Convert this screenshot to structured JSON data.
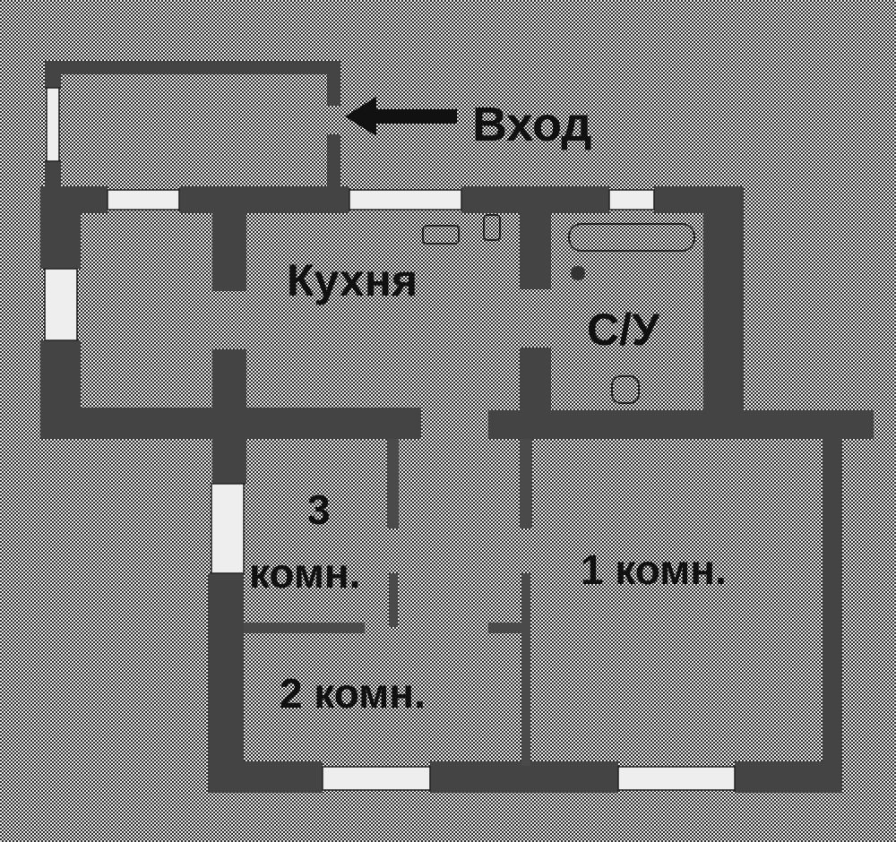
{
  "plan": {
    "entrance_label": "Вход",
    "rooms": {
      "kitchen": "Кухня",
      "bathroom": "С/У",
      "room3_number": "3",
      "room3_suffix": "комн.",
      "room2": "2 комн.",
      "room1": "1 комн."
    },
    "colors": {
      "wall": "#444444",
      "background": "#d4d4d4",
      "text": "#111111"
    }
  }
}
